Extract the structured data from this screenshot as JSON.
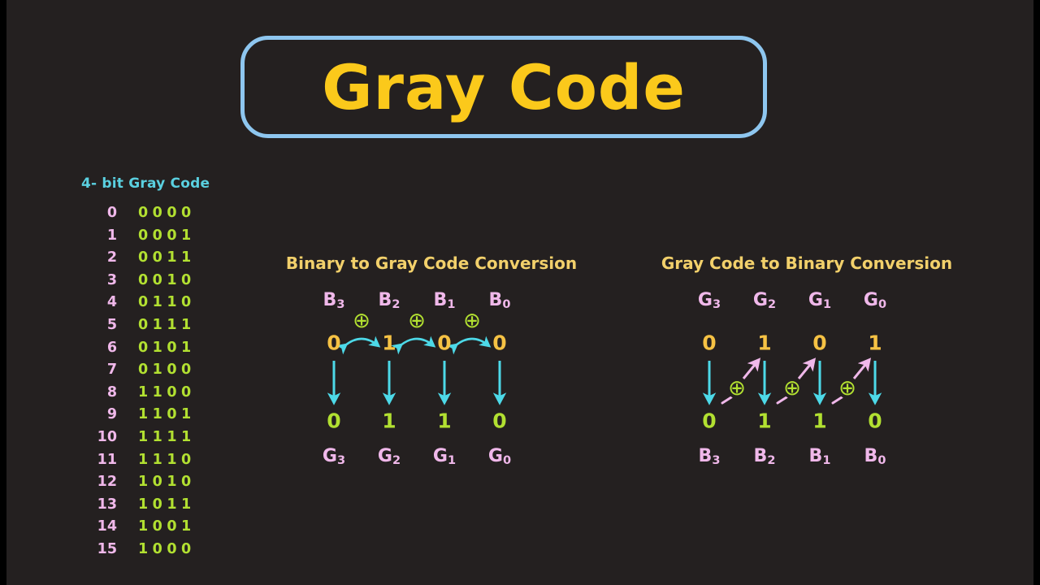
{
  "title": {
    "text": "Gray Code",
    "border_color": "#8ec6ef",
    "text_color": "#fbc91b"
  },
  "background_color": "#242020",
  "table": {
    "heading": "4- bit Gray Code",
    "heading_color": "#5ad0e0",
    "index_color": "#f0b8ea",
    "code_color": "#b2e031",
    "rows": [
      {
        "index": "0",
        "code": "0000"
      },
      {
        "index": "1",
        "code": "0001"
      },
      {
        "index": "2",
        "code": "0011"
      },
      {
        "index": "3",
        "code": "0010"
      },
      {
        "index": "4",
        "code": "0110"
      },
      {
        "index": "5",
        "code": "0111"
      },
      {
        "index": "6",
        "code": "0101"
      },
      {
        "index": "7",
        "code": "0100"
      },
      {
        "index": "8",
        "code": "1100"
      },
      {
        "index": "9",
        "code": "1101"
      },
      {
        "index": "10",
        "code": "1111"
      },
      {
        "index": "11",
        "code": "1110"
      },
      {
        "index": "12",
        "code": "1010"
      },
      {
        "index": "13",
        "code": "1011"
      },
      {
        "index": "14",
        "code": "1001"
      },
      {
        "index": "15",
        "code": "1000"
      }
    ]
  },
  "bin2gray": {
    "title": "Binary to Gray Code Conversion",
    "top_labels": [
      {
        "base": "B",
        "sub": "3"
      },
      {
        "base": "B",
        "sub": "2"
      },
      {
        "base": "B",
        "sub": "1"
      },
      {
        "base": "B",
        "sub": "0"
      }
    ],
    "input_bits": [
      "0",
      "1",
      "0",
      "0"
    ],
    "output_bits": [
      "0",
      "1",
      "1",
      "0"
    ],
    "bottom_labels": [
      {
        "base": "G",
        "sub": "3"
      },
      {
        "base": "G",
        "sub": "2"
      },
      {
        "base": "G",
        "sub": "1"
      },
      {
        "base": "G",
        "sub": "0"
      }
    ],
    "xor_symbol": "⊕",
    "xor_count": 3,
    "arrow_color": "#4dd9e8",
    "xor_color": "#b2e031"
  },
  "gray2bin": {
    "title": "Gray Code to Binary Conversion",
    "top_labels": [
      {
        "base": "G",
        "sub": "3"
      },
      {
        "base": "G",
        "sub": "2"
      },
      {
        "base": "G",
        "sub": "1"
      },
      {
        "base": "G",
        "sub": "0"
      }
    ],
    "input_bits": [
      "0",
      "1",
      "0",
      "1"
    ],
    "output_bits": [
      "0",
      "1",
      "1",
      "0"
    ],
    "bottom_labels": [
      {
        "base": "B",
        "sub": "3"
      },
      {
        "base": "B",
        "sub": "2"
      },
      {
        "base": "B",
        "sub": "1"
      },
      {
        "base": "B",
        "sub": "0"
      }
    ],
    "xor_symbol": "⊕",
    "xor_count": 3,
    "down_arrow_color": "#4dd9e8",
    "diag_arrow_color": "#f0b8ea",
    "xor_color": "#b2e031"
  }
}
